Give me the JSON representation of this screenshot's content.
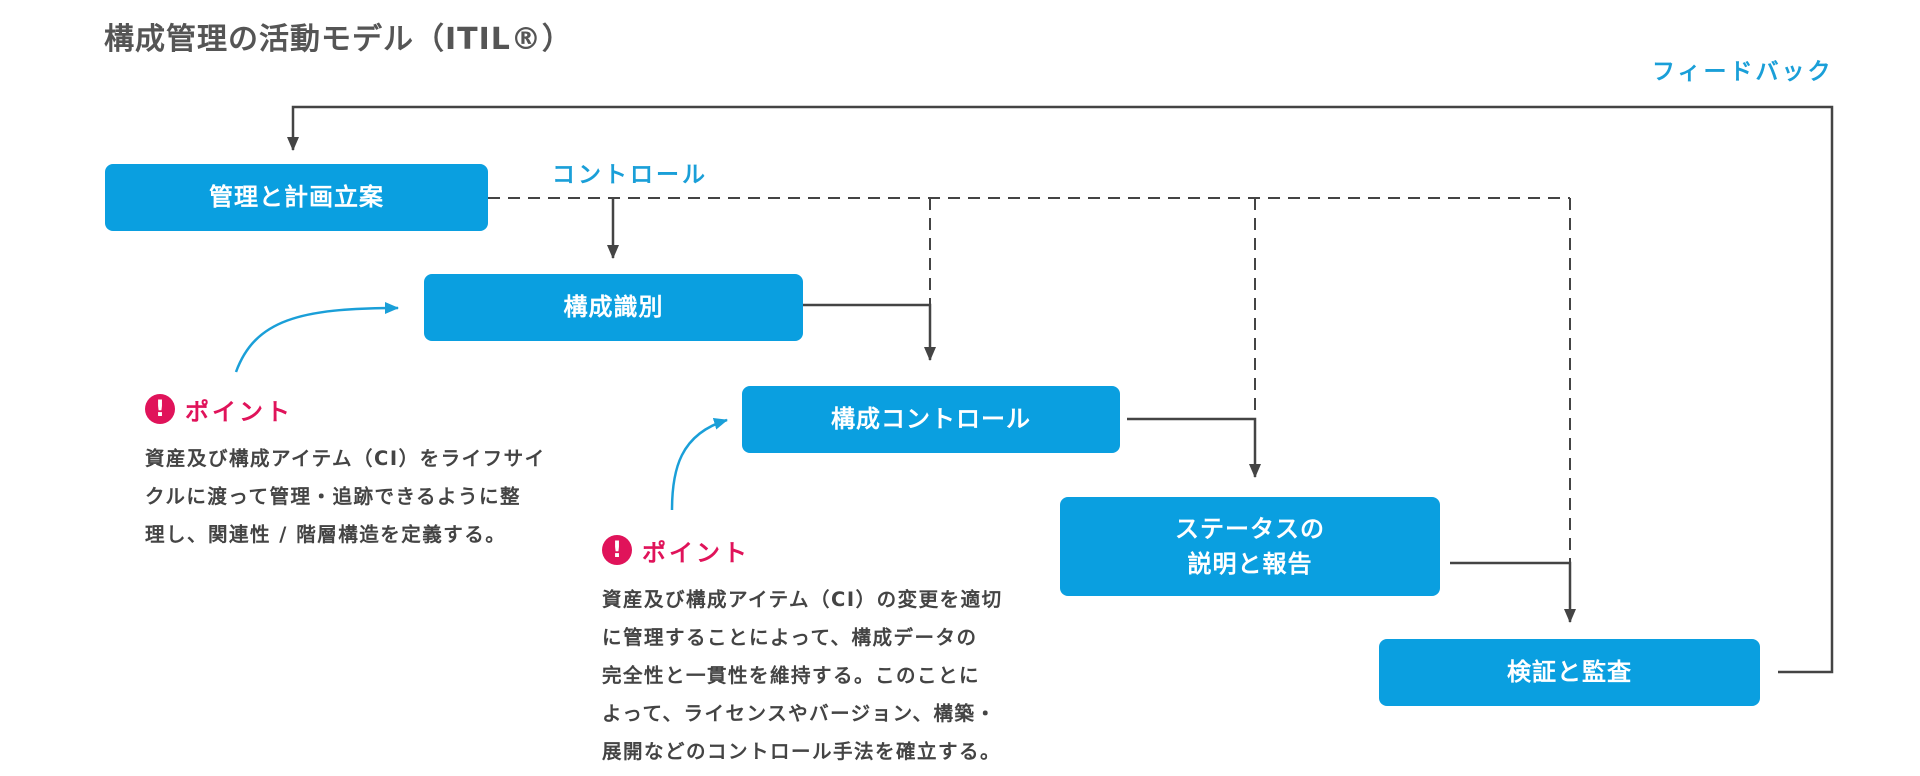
{
  "title": "構成管理の活動モデル（ITIL®）",
  "labels": {
    "feedback": "フィードバック",
    "control": "コントロール"
  },
  "boxes": {
    "planning": "管理と計画立案",
    "identification": "構成識別",
    "control": "構成コントロール",
    "status_line1": "ステータスの",
    "status_line2": "説明と報告",
    "verification": "検証と監査"
  },
  "points": [
    {
      "icon": "!",
      "label": "ポイント",
      "text": "資産及び構成アイテム（CI）をライフサイ\nクルに渡って管理・追跡できるように整\n理し、関連性 / 階層構造を定義する。"
    },
    {
      "icon": "!",
      "label": "ポイント",
      "text": "資産及び構成アイテム（CI）の変更を適切\nに管理することによって、構成データの\n完全性と一貫性を維持する。このことに\nよって、ライセンスやバージョン、構築・\n展開などのコントロール手法を確立する。"
    }
  ],
  "colors": {
    "box": "#0a9fe0",
    "accent_text": "#1a9fd8",
    "point": "#e0135a",
    "line": "#444444",
    "body_text": "#444444"
  },
  "icons": [
    "alert-icon"
  ]
}
